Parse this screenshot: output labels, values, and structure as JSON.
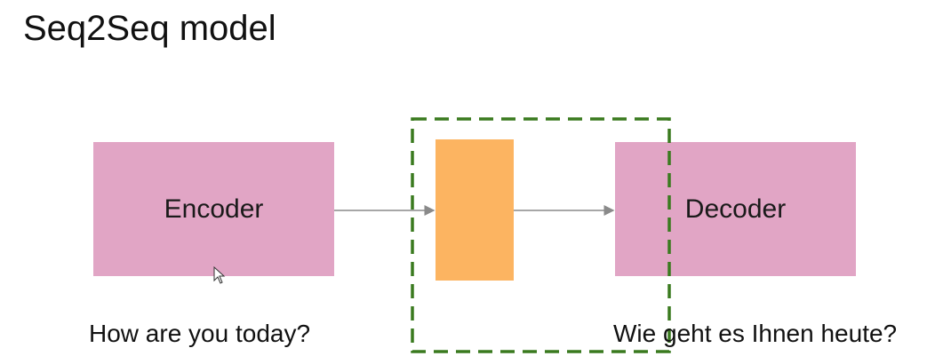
{
  "title": "Seq2Seq model",
  "encoder": {
    "label": "Encoder",
    "color": "#e1a5c5"
  },
  "decoder": {
    "label": "Decoder",
    "color": "#e1a5c5"
  },
  "context_vector": {
    "color": "#fcb461"
  },
  "highlight_box": {
    "color": "#3a7a1f",
    "style": "dashed"
  },
  "arrow_color": "#8a8a8a",
  "input_sentence": "How are you today?",
  "output_sentence": "Wie geht es Ihnen heute?"
}
